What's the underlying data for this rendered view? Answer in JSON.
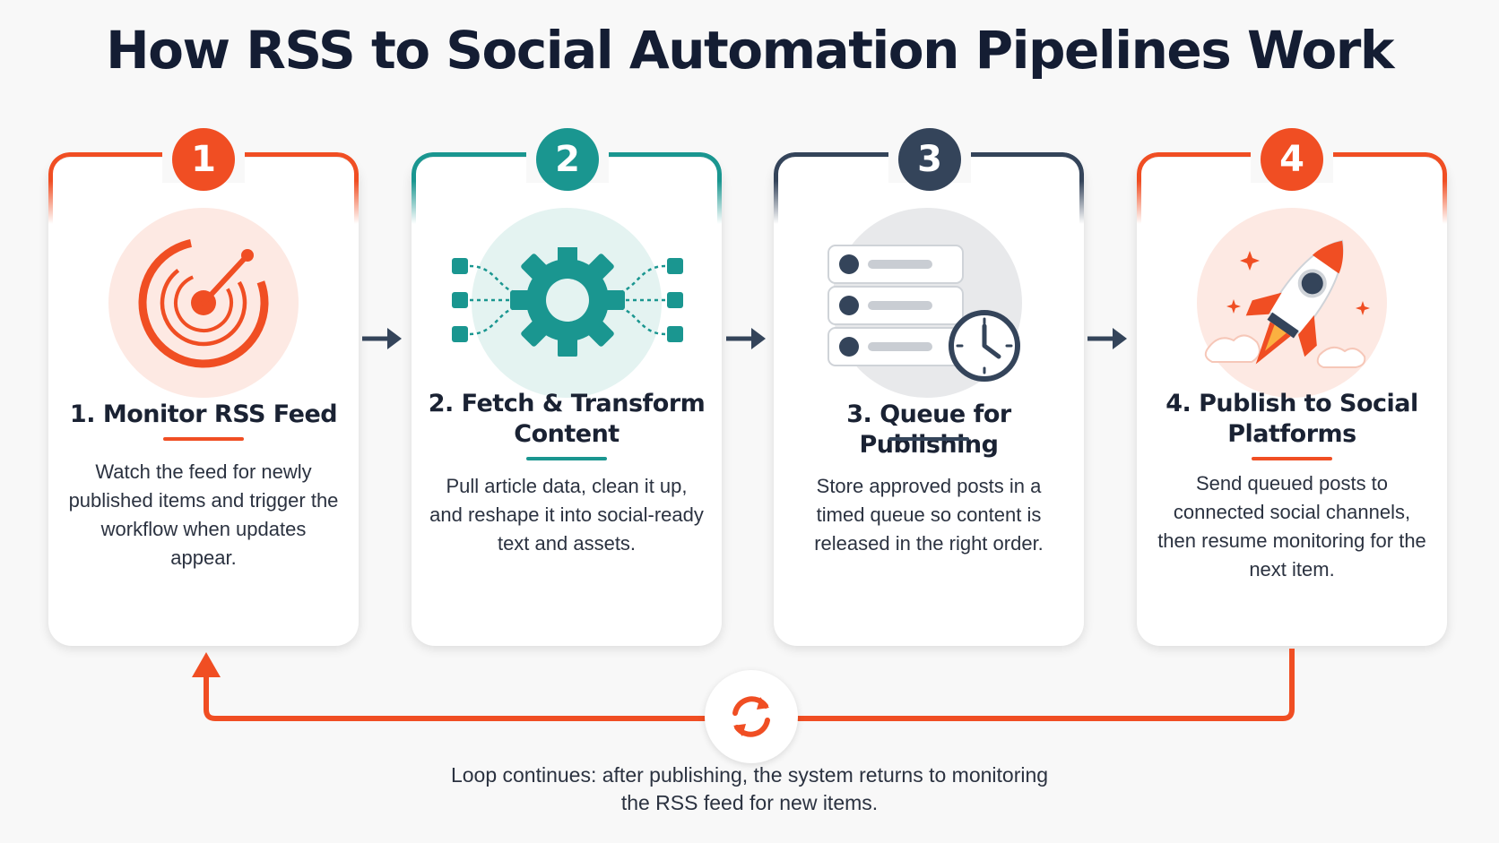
{
  "title": "How RSS to Social Automation Pipelines Work",
  "steps": [
    {
      "number": "1",
      "title": "1. Monitor RSS Feed",
      "description": "Watch the feed for newly published items and trigger the workflow when updates appear.",
      "icon": "radar-target-icon",
      "color": "#f04e23"
    },
    {
      "number": "2",
      "title": "2. Fetch & Transform Content",
      "description": "Pull article data, clean it up, and reshape it into social-ready text and assets.",
      "icon": "gear-transform-icon",
      "color": "#1a9690"
    },
    {
      "number": "3",
      "title": "3. Queue for Publishing",
      "description": "Store approved posts in a timed queue so content is released in the right order.",
      "icon": "queue-clock-icon",
      "color": "#34445a"
    },
    {
      "number": "4",
      "title": "4. Publish to Social Platforms",
      "description": "Send queued posts to connected social channels, then resume monitoring for the next item.",
      "icon": "rocket-icon",
      "color": "#f04e23"
    }
  ],
  "loop": {
    "icon": "refresh-loop-icon",
    "text": "Loop continues: after publishing, the system returns to monitoring the RSS feed for new items."
  }
}
